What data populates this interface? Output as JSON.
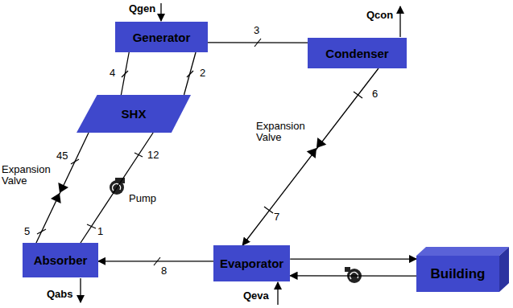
{
  "diagram": {
    "nodes": [
      {
        "text": [
          "Generator"
        ]
      },
      {
        "text": [
          "Condenser"
        ]
      },
      {
        "text": [
          "SHX"
        ]
      },
      {
        "text": [
          "Absorber"
        ]
      },
      {
        "text": [
          "Evaporator"
        ]
      },
      {
        "text": [
          "Building"
        ]
      }
    ],
    "edges": [
      {
        "from": 0,
        "to": 1,
        "arrow": "none",
        "label": "3"
      },
      {
        "from": 0,
        "to": 2,
        "arrow": "none",
        "label": "4"
      },
      {
        "from": 2,
        "to": 0,
        "arrow": "none",
        "label": "2"
      },
      {
        "from": 2,
        "to": 3,
        "arrow": "none"
      },
      {
        "from": 3,
        "to": 2,
        "arrow": "none"
      },
      {
        "from": 1,
        "to": 4,
        "arrow": "to"
      },
      {
        "from": 4,
        "to": 3,
        "arrow": "to",
        "label": "8"
      },
      {
        "from": 4,
        "to": 5,
        "arrow": "to"
      },
      {
        "from": 5,
        "to": 4,
        "arrow": "to"
      }
    ],
    "labels": [
      "Qgen",
      "Qcon",
      "45",
      "Expansion Valve",
      "5",
      "12",
      "Pump",
      "1",
      "6",
      "Expansion Valve",
      "7",
      "Qabs",
      "Qeva"
    ]
  }
}
